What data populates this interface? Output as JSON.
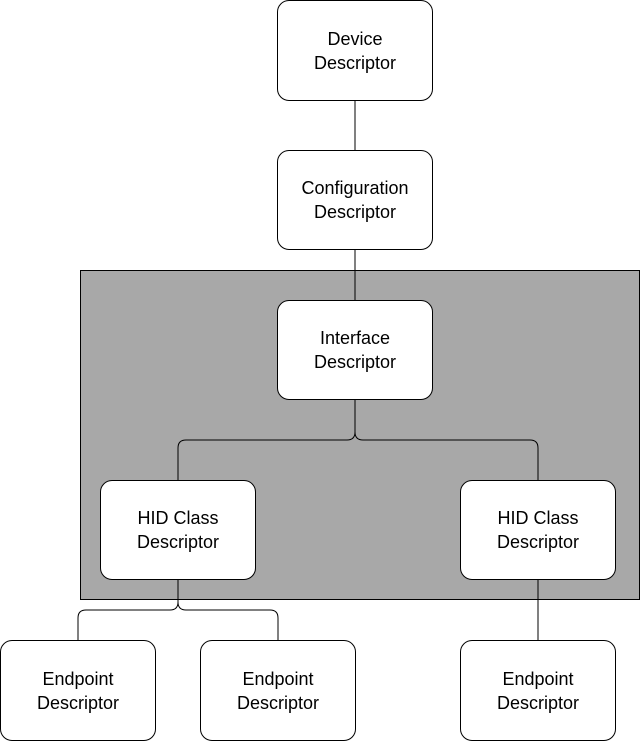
{
  "nodes": {
    "device": {
      "line1": "Device",
      "line2": "Descriptor"
    },
    "configuration": {
      "line1": "Configuration",
      "line2": "Descriptor"
    },
    "interface": {
      "line1": "Interface",
      "line2": "Descriptor"
    },
    "hid_left": {
      "line1": "HID Class",
      "line2": "Descriptor"
    },
    "hid_right": {
      "line1": "HID Class",
      "line2": "Descriptor"
    },
    "endpoint_1": {
      "line1": "Endpoint",
      "line2": "Descriptor"
    },
    "endpoint_2": {
      "line1": "Endpoint",
      "line2": "Descriptor"
    },
    "endpoint_3": {
      "line1": "Endpoint",
      "line2": "Descriptor"
    }
  },
  "colors": {
    "group_fill": "#a8a8a8",
    "node_fill": "#ffffff",
    "stroke": "#000000"
  }
}
